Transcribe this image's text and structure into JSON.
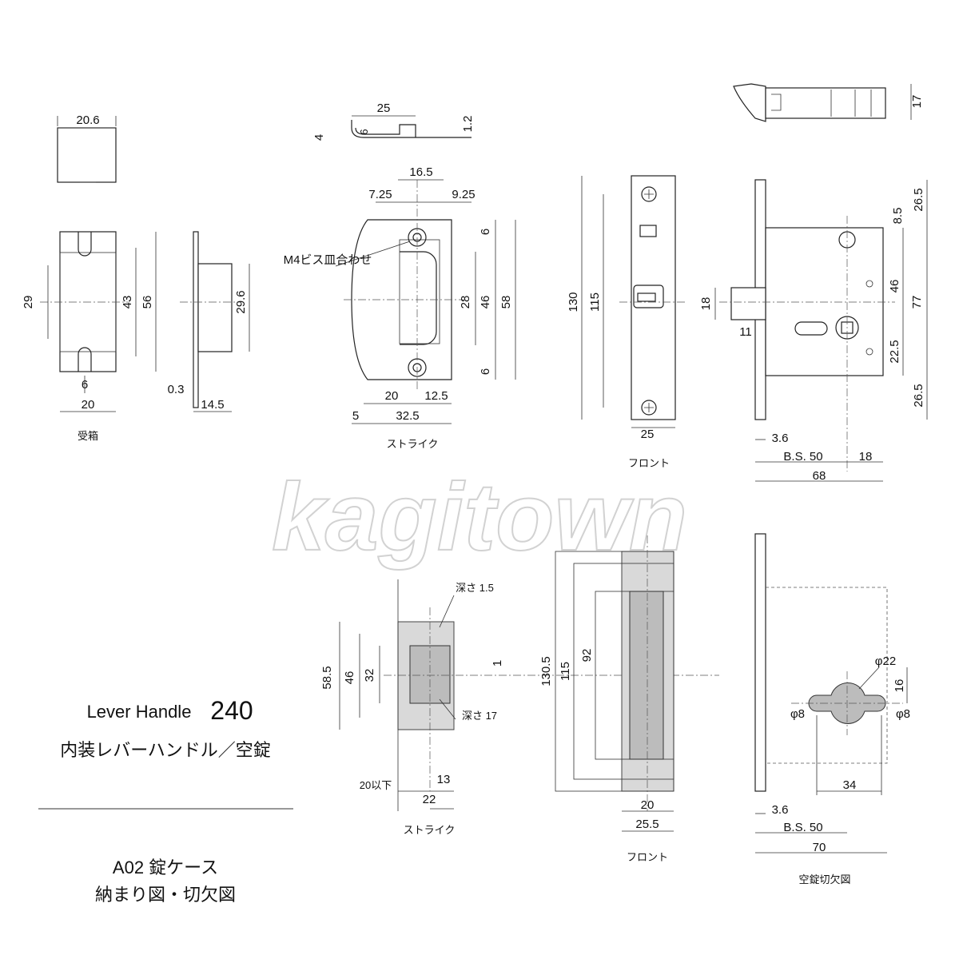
{
  "title": {
    "product_en": "Lever Handle",
    "product_no": "240",
    "product_jp": "内装レバーハンドル／空錠",
    "sub1": "A02 錠ケース",
    "sub2": "納まり図・切欠図"
  },
  "watermark": "kagitown",
  "receiver_box": {
    "caption": "受箱",
    "dims": [
      "20.6",
      "29",
      "43",
      "56",
      "6",
      "20",
      "0.3",
      "14.5",
      "29.6"
    ]
  },
  "strike": {
    "caption": "ストライク",
    "note": "M4ビス皿合わせ",
    "dims": [
      "25",
      "6",
      "4",
      "1.2",
      "16.5",
      "7.25",
      "9.25",
      "6",
      "28",
      "46",
      "58",
      "6",
      "20",
      "12.5",
      "5",
      "32.5"
    ]
  },
  "front": {
    "caption": "フロント",
    "dims": [
      "130",
      "115",
      "25"
    ]
  },
  "lock_case": {
    "dims": [
      "17",
      "26.5",
      "8.5",
      "46",
      "77",
      "22.5",
      "26.5",
      "18",
      "11",
      "3.6",
      "B.S. 50",
      "18",
      "68"
    ]
  },
  "strike_cutout": {
    "caption": "ストライク",
    "depth1": "深さ 1.5",
    "depth2": "深さ 17",
    "dims": [
      "58.5",
      "46",
      "32",
      "1",
      "20以下",
      "13",
      "22"
    ]
  },
  "front_cutout": {
    "caption": "フロント",
    "dims": [
      "130.5",
      "115",
      "92",
      "20",
      "25.5"
    ]
  },
  "case_cutout": {
    "caption": "空錠切欠図",
    "dims": [
      "φ22",
      "16",
      "φ8",
      "φ8",
      "34",
      "3.6",
      "B.S. 50",
      "70"
    ]
  }
}
